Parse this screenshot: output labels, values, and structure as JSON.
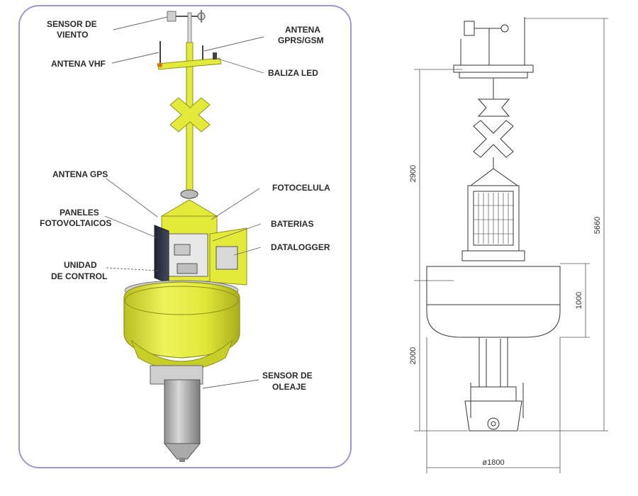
{
  "colors": {
    "buoy_yellow": "#E4EA3A",
    "buoy_yellow_dark": "#B7BE1F",
    "frame_border": "#9A98D0",
    "line_gray": "#555555",
    "metal_gray": "#BEBEBE"
  },
  "left_diagram": {
    "labels": {
      "sensor_viento_1": "SENSOR DE",
      "sensor_viento_2": "VIENTO",
      "antena_gprs_1": "ANTENA",
      "antena_gprs_2": "GPRS/GSM",
      "antena_vhf": "ANTENA VHF",
      "baliza_led": "BALIZA LED",
      "antena_gps": "ANTENA GPS",
      "fotocelula": "FOTOCELULA",
      "paneles_1": "PANELES",
      "paneles_2": "FOTOVOLTAICOS",
      "baterias": "BATERIAS",
      "datalogger": "DATALOGGER",
      "unidad_1": "UNIDAD",
      "unidad_2": "DE CONTROL",
      "oleaje_1": "SENSOR DE",
      "oleaje_2": "OLEAJE"
    }
  },
  "right_diagram": {
    "dimensions": {
      "upper_height": "2900",
      "total_height": "5660",
      "float_height": "1000",
      "lower_height": "2000",
      "diameter": "ø1800"
    }
  }
}
